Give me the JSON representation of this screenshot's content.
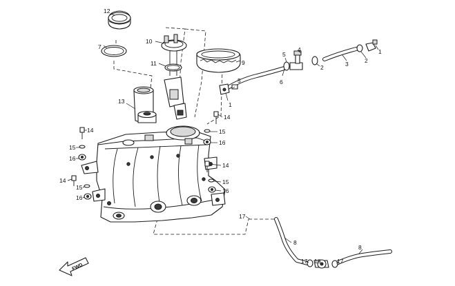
{
  "diagram": {
    "callouts": {
      "c1a": "1",
      "c1b": "1",
      "c2a": "2",
      "c2b": "2",
      "c3": "3",
      "c4": "4",
      "c5a": "5",
      "c5b": "5",
      "c6": "6",
      "c7": "7",
      "c8a": "8",
      "c8b": "8",
      "c9": "9",
      "c10": "10",
      "c11": "11",
      "c12": "12",
      "c13": "13",
      "c14a": "14",
      "c14b": "14",
      "c14c": "14",
      "c14d": "14",
      "c15a": "15",
      "c15b": "15",
      "c15c": "15",
      "c15d": "15",
      "c16a": "16",
      "c16b": "16",
      "c16c": "16",
      "c16d": "16",
      "c17a": "17",
      "c17b": "17",
      "c17c": "17",
      "c18": "18"
    },
    "fwd_label": "FWD"
  }
}
